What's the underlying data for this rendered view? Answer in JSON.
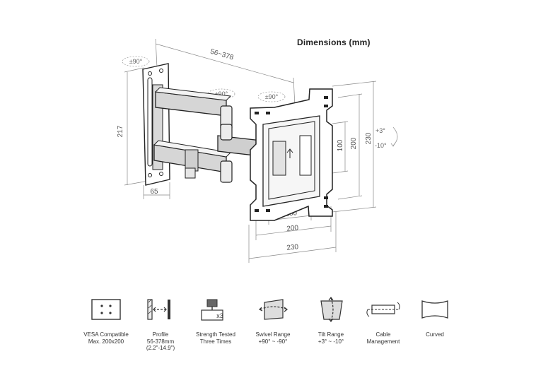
{
  "title": "Dimensions  (mm)",
  "dimensions": {
    "arm_extension": "56~378",
    "wall_plate_height": "217",
    "wall_plate_depth": "65",
    "vesa_vertical_inner": "100",
    "vesa_vertical_outer": "200",
    "plate_height": "230",
    "vesa_horizontal_inner": "100",
    "vesa_horizontal_outer": "200",
    "plate_width": "230"
  },
  "rotations": {
    "wall_swivel": "±90°",
    "arm_swivel": "±90°",
    "head_swivel": "±90°",
    "tilt_up": "+3°",
    "tilt_down": "-10°"
  },
  "features": [
    {
      "icon": "vesa-grid-icon",
      "caption": "VESA Compatible\nMax. 200x200"
    },
    {
      "icon": "profile-depth-icon",
      "caption": "Profile\n56-378mm\n(2.2\"-14.9\")"
    },
    {
      "icon": "strength-weight-icon",
      "caption": "Strength Tested\nThree Times",
      "badge": "x3"
    },
    {
      "icon": "swivel-range-icon",
      "caption": "Swivel Range\n+90° ~ -90°"
    },
    {
      "icon": "tilt-range-icon",
      "caption": "Tilt Range\n+3° ~ -10°"
    },
    {
      "icon": "cable-management-icon",
      "caption": "Cable\nManagement"
    },
    {
      "icon": "curved-screen-icon",
      "caption": "Curved"
    }
  ]
}
